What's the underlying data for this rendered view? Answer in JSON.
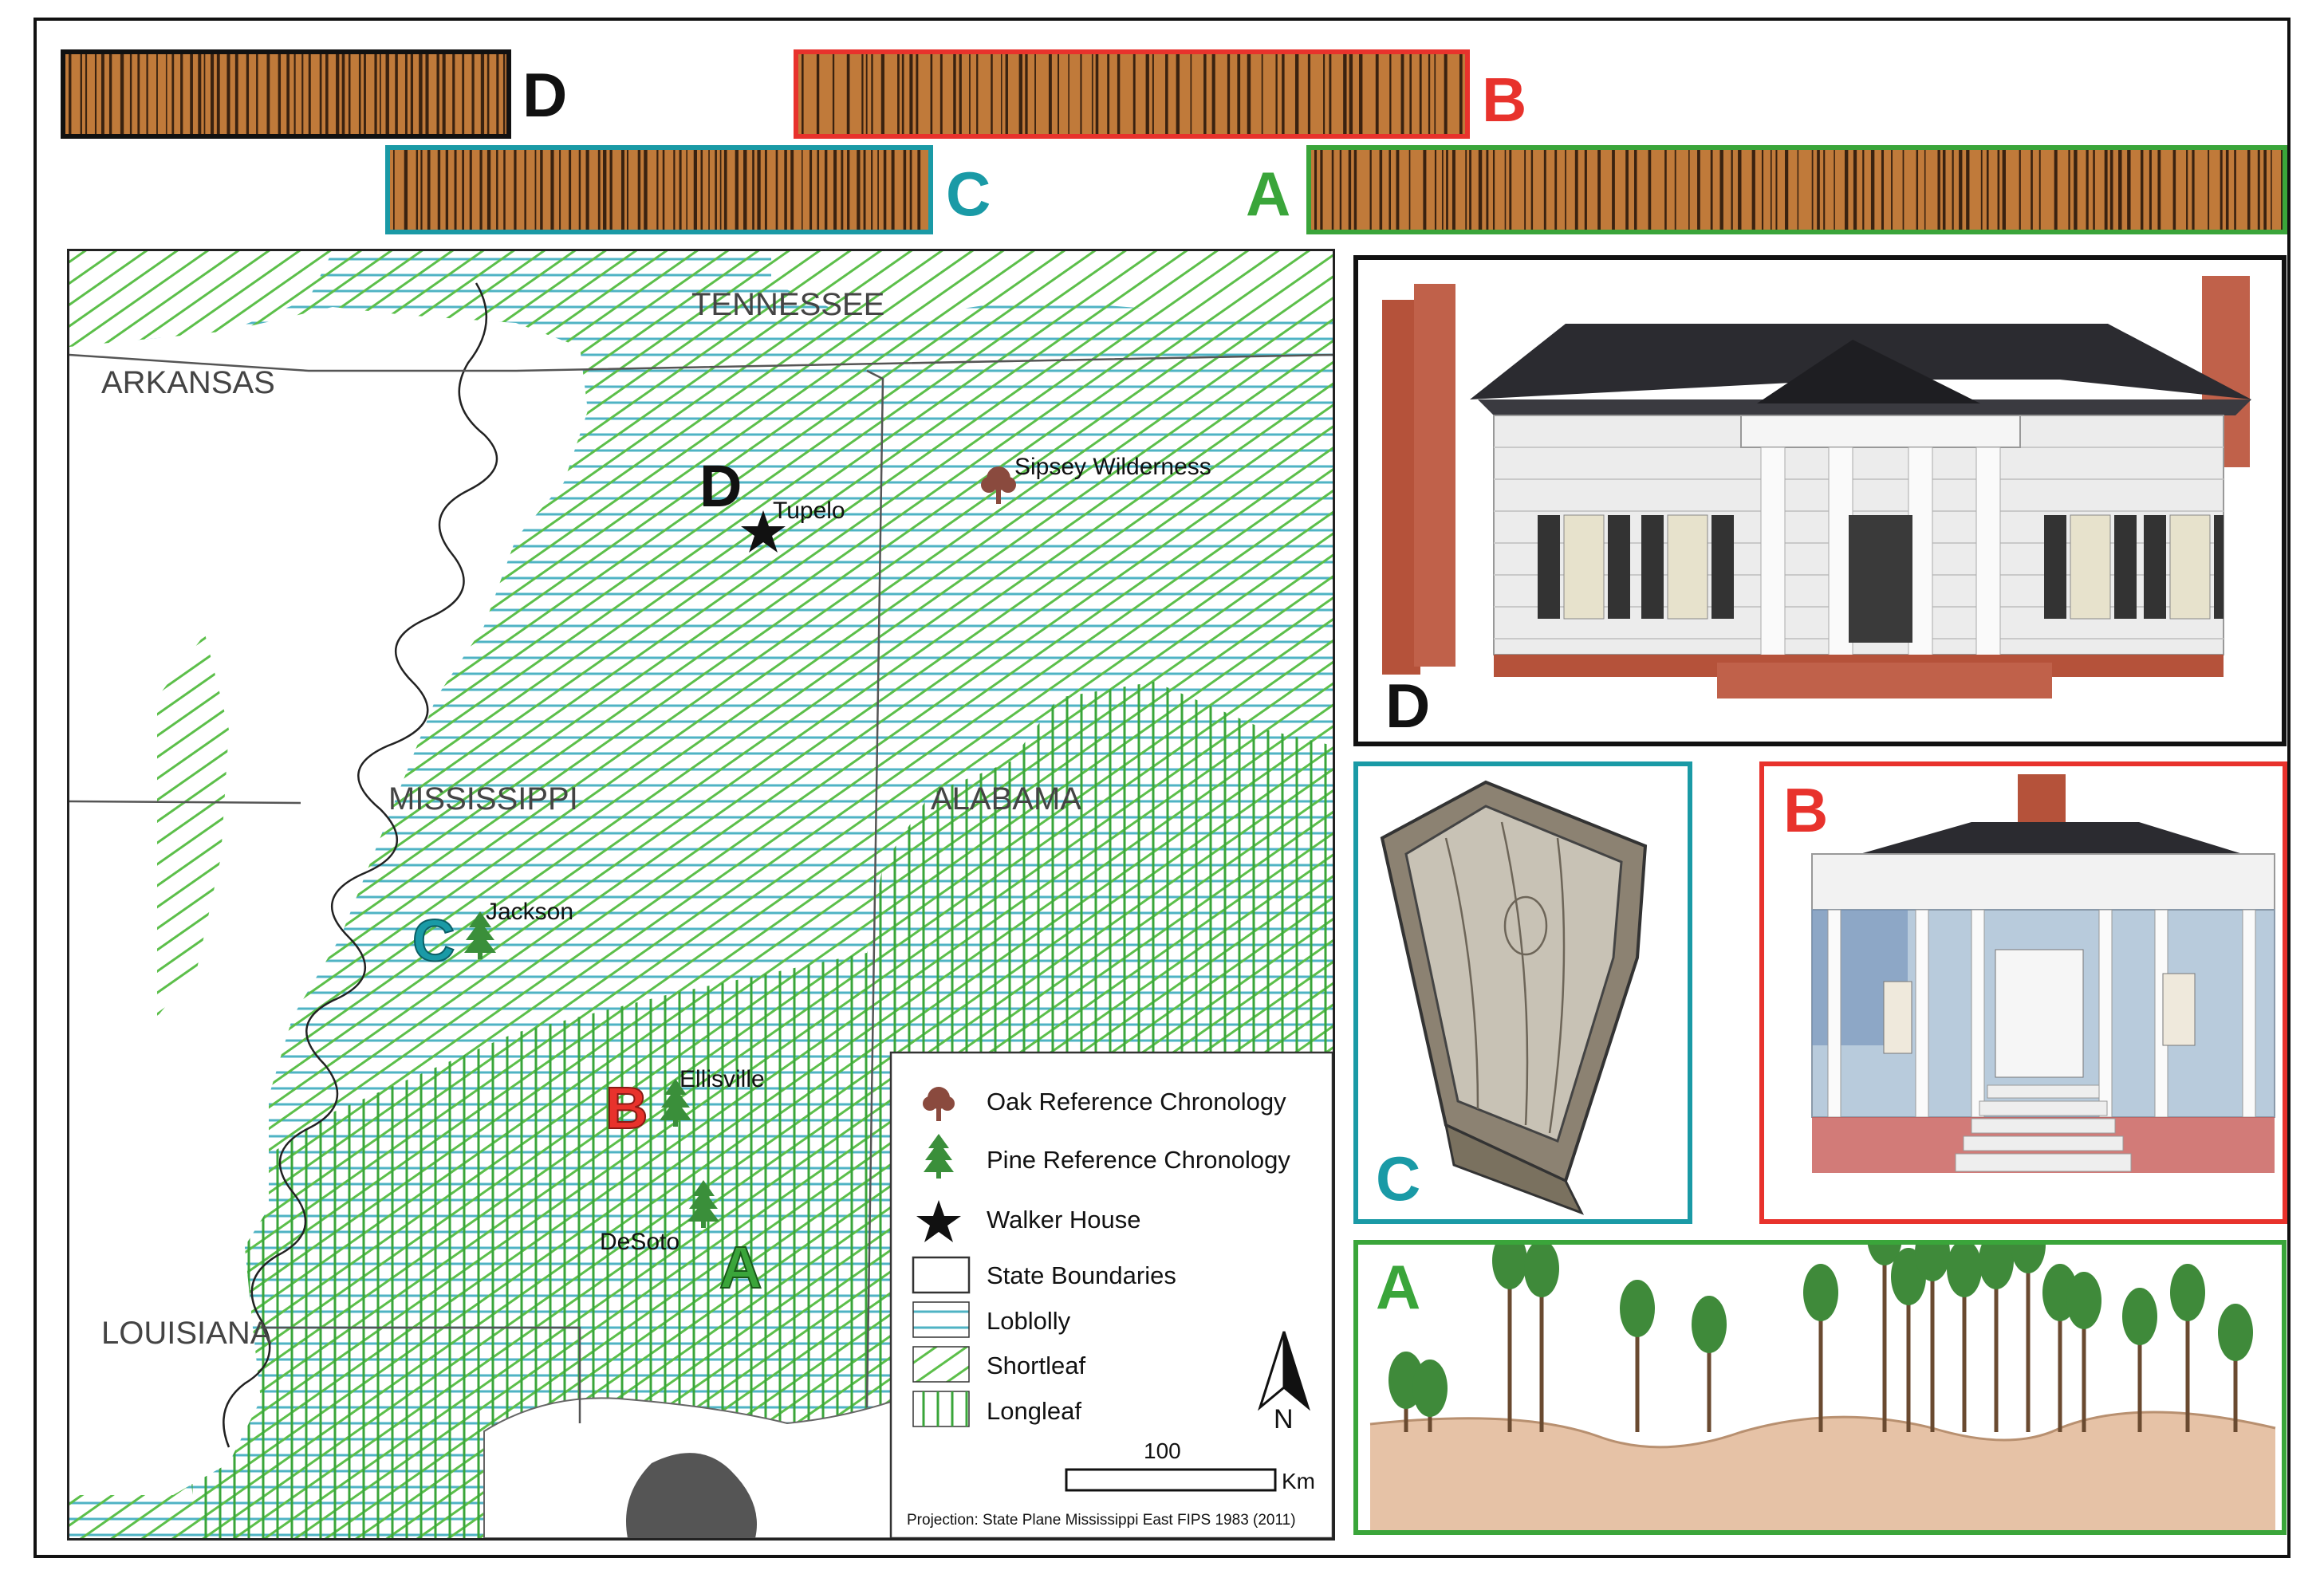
{
  "colors": {
    "A": "#3aa53a",
    "B": "#e8322c",
    "C": "#1a9aa6",
    "D": "#111111",
    "wood": "#c07a3a",
    "loblolly": "#4fb3c4",
    "pine": "#3a8f3a",
    "oak": "#8a4a3e"
  },
  "strips": [
    {
      "id": "D",
      "letter": "D"
    },
    {
      "id": "B",
      "letter": "B"
    },
    {
      "id": "C",
      "letter": "C"
    },
    {
      "id": "A",
      "letter": "A"
    }
  ],
  "map": {
    "states": [
      "ARKANSAS",
      "TENNESSEE",
      "MISSISSIPPI",
      "ALABAMA",
      "LOUISIANA"
    ],
    "sites": [
      {
        "letter": "D",
        "name": "Tupelo",
        "symbol": "star-icon"
      },
      {
        "letter": "",
        "name": "Sipsey Wilderness",
        "symbol": "oak-tree-icon"
      },
      {
        "letter": "C",
        "name": "Jackson",
        "symbol": "pine-tree-icon"
      },
      {
        "letter": "B",
        "name": "Ellisville",
        "symbol": "pine-tree-icon"
      },
      {
        "letter": "A",
        "name": "DeSoto",
        "symbol": "pine-tree-icon"
      }
    ],
    "legend": [
      {
        "label": "Oak Reference Chronology",
        "symbol": "oak-tree-icon"
      },
      {
        "label": "Pine Reference Chronology",
        "symbol": "pine-tree-icon"
      },
      {
        "label": "Walker House",
        "symbol": "star-icon"
      },
      {
        "label": "State Boundaries",
        "symbol": "empty-box"
      },
      {
        "label": "Loblolly",
        "symbol": "horizontal-hatch"
      },
      {
        "label": "Shortleaf",
        "symbol": "diagonal-hatch"
      },
      {
        "label": "Longleaf",
        "symbol": "vertical-hatch"
      }
    ],
    "scale": {
      "value": "100",
      "unit": "Km"
    },
    "north": "N",
    "projection": "Projection: State Plane Mississippi East FIPS 1983 (2011)"
  },
  "illustrations": [
    {
      "id": "D",
      "letter": "D",
      "subject": "house"
    },
    {
      "id": "C",
      "letter": "C",
      "subject": "coffin"
    },
    {
      "id": "B",
      "letter": "B",
      "subject": "house"
    },
    {
      "id": "A",
      "letter": "A",
      "subject": "forest"
    }
  ]
}
